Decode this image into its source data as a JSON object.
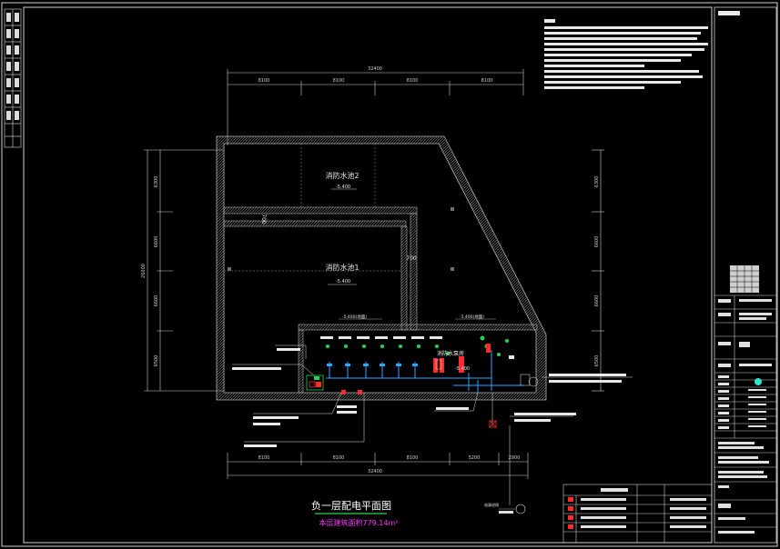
{
  "drawing": {
    "title": "负一层配电平面图",
    "area_label": "本层建筑面积779.14m²",
    "rooms": {
      "pool2_name": "消防水池2",
      "pool2_elev": "-5.400",
      "pool1_name": "消防水池1",
      "pool1_elev": "-5.400",
      "pump_room_name": "消防水泵房",
      "pump_room_elev": "-5.400"
    },
    "wall_labels": {
      "vertical": "700",
      "horizontal": "700"
    },
    "level_notes": {
      "left": "-5.400(地面)",
      "right": "-5.400(地面)"
    },
    "dimensions": {
      "top_total": "32400",
      "top_spans": [
        "8100",
        "8100",
        "8100",
        "8100"
      ],
      "bottom_total": "32400",
      "bottom_spans": [
        "8100",
        "8100",
        "8100",
        "5200",
        "2900"
      ],
      "left_total": "26000",
      "left_spans": [
        "6300",
        "6600",
        "6600",
        "6500"
      ],
      "right_spans": [
        "6300",
        "6600",
        "6600",
        "6500"
      ]
    },
    "legend_note": "电源进线"
  },
  "title_block": {
    "header": "图纸目录"
  },
  "colors": {
    "background": "#000000",
    "wall": "#9a9a9a",
    "pipe": "#29a8ff",
    "equipment": "#ff2a2a",
    "green": "#25d64a",
    "magenta": "#ff33ff",
    "line": "#e0e0e0"
  }
}
